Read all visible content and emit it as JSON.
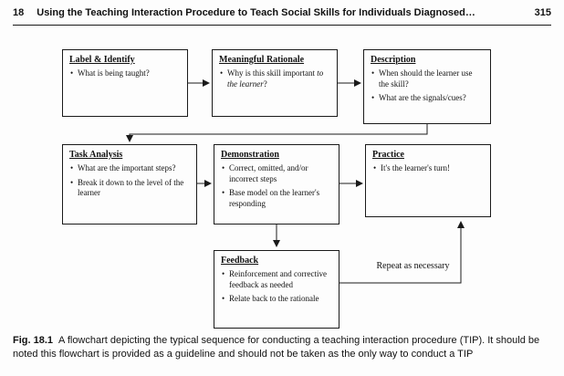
{
  "header": {
    "chapter_number": "18",
    "running_title": "Using the Teaching Interaction Procedure to Teach Social Skills for Individuals Diagnosed…",
    "page_number": "315"
  },
  "flowchart": {
    "nodes": {
      "label_identify": {
        "title": "Label & Identify",
        "bullets": [
          "What is being taught?"
        ]
      },
      "meaningful_rationale": {
        "title": "Meaningful Rationale",
        "bullet": {
          "prefix": "Why is this skill important ",
          "italic": "to the learner",
          "suffix": "?"
        }
      },
      "description": {
        "title": "Description",
        "bullets": [
          "When should the learner use the skill?",
          "What are the signals/cues?"
        ]
      },
      "task_analysis": {
        "title": "Task Analysis",
        "bullets": [
          "What are the important steps?",
          "Break it down to the level of the learner"
        ]
      },
      "demonstration": {
        "title": "Demonstration",
        "bullets": [
          "Correct, omitted, and/or incorrect steps",
          "Base model on the learner's responding"
        ]
      },
      "practice": {
        "title": "Practice",
        "bullets": [
          "It's the learner's turn!"
        ]
      },
      "feedback": {
        "title": "Feedback",
        "bullets": [
          "Reinforcement and corrective feedback as needed",
          "Relate back to the rationale"
        ]
      }
    },
    "repeat_label": "Repeat as necessary"
  },
  "caption": {
    "label": "Fig. 18.1",
    "text": "A flowchart depicting the typical sequence for conducting a teaching interaction procedure (TIP). It should be noted this flowchart is provided as a guideline and should not be taken as the only way to conduct a TIP"
  }
}
